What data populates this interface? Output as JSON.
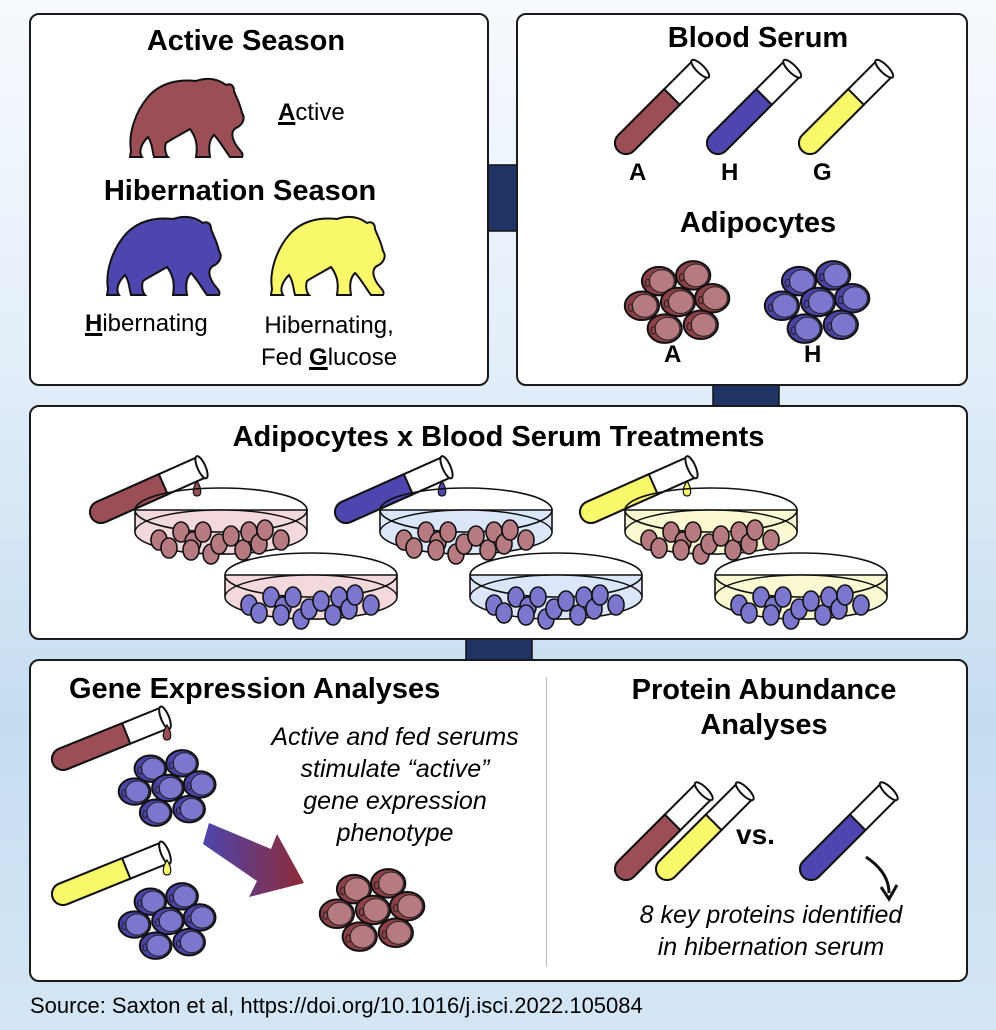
{
  "colors": {
    "active": "#9b4e55",
    "hibernating": "#4c46ae",
    "glucose": "#f9f86a",
    "connector": "#1f3464",
    "dish_active": "#f4d9dc",
    "dish_hibernating": "#dbe6fb",
    "dish_glucose": "#fbf9d2",
    "cell_active": "#a8646b",
    "cell_hibernating": "#6d68c3"
  },
  "panel_seasons": {
    "active_title": "Active Season",
    "active_label_initial": "A",
    "active_label_rest": "ctive",
    "hibernation_title": "Hibernation Season",
    "hibernating_label_initial": "H",
    "hibernating_label_rest": "ibernating",
    "fed_label_line1": "Hibernating,",
    "fed_label_prefix": "Fed ",
    "fed_label_initial": "G",
    "fed_label_rest": "lucose"
  },
  "panel_serum": {
    "title": "Blood Serum",
    "tubes": [
      {
        "label": "A",
        "color": "active"
      },
      {
        "label": "H",
        "color": "hibernating"
      },
      {
        "label": "G",
        "color": "glucose"
      }
    ],
    "adipocytes_title": "Adipocytes",
    "adipocyte_groups": [
      {
        "label": "A",
        "color": "active"
      },
      {
        "label": "H",
        "color": "hibernating"
      }
    ]
  },
  "panel_treatments": {
    "title": "Adipocytes x Blood Serum Treatments"
  },
  "panel_gene": {
    "title": "Gene Expression Analyses",
    "caption_lines": [
      "Active and fed serums",
      "stimulate “active”",
      "gene expression",
      "phenotype"
    ]
  },
  "panel_protein": {
    "title_line1": "Protein Abundance",
    "title_line2": "Analyses",
    "vs_label": "vs.",
    "caption_lines": [
      "8 key proteins identified",
      "in hibernation serum"
    ]
  },
  "source": "Source: Saxton et al, https://doi.org/10.1016/j.isci.2022.105084"
}
